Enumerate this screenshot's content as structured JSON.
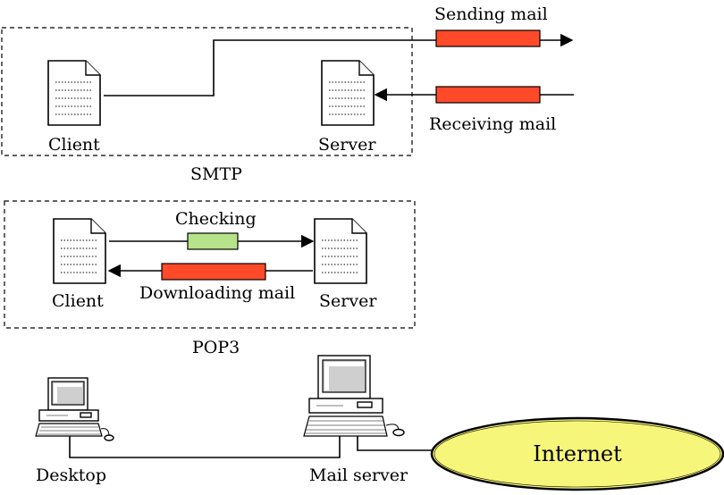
{
  "smtp": {
    "label": "SMTP",
    "client_label": "Client",
    "server_label": "Server",
    "sending_label": "Sending mail",
    "receiving_label": "Receiving mail"
  },
  "pop3": {
    "label": "POP3",
    "client_label": "Client",
    "server_label": "Server",
    "checking_label": "Checking",
    "downloading_label": "Downloading mail"
  },
  "network": {
    "desktop_label": "Desktop",
    "mail_server_label": "Mail server",
    "internet_label": "Internet"
  },
  "colors": {
    "red_bar": "#ff4a2a",
    "green_bar": "#b6e38a",
    "internet": "#f6f67a"
  }
}
